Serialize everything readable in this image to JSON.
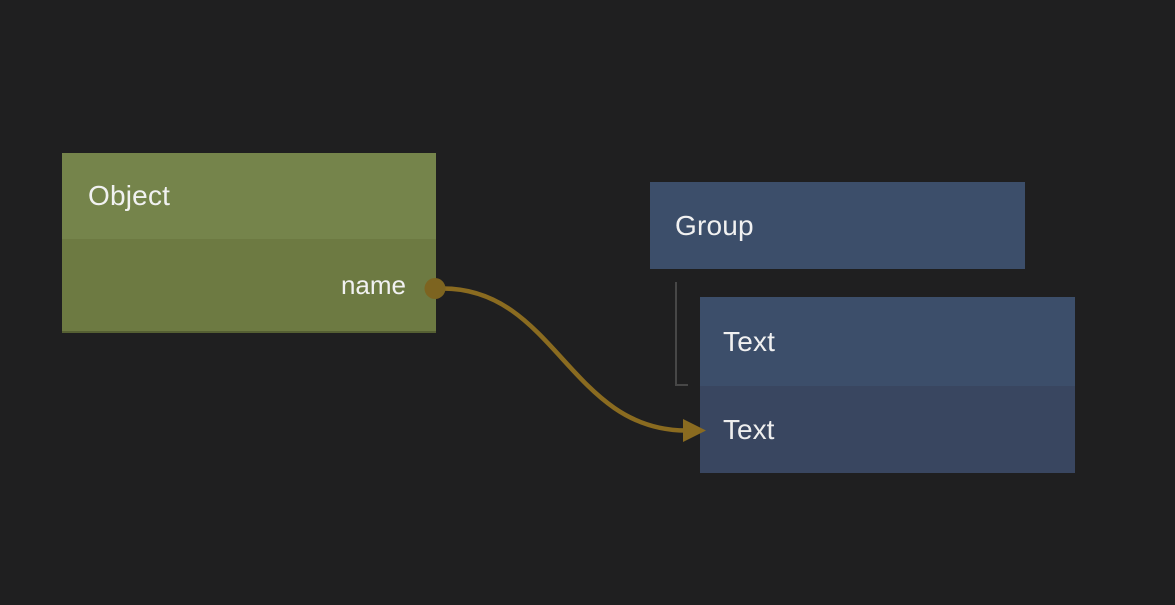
{
  "editor": {
    "background_color": "#1f1f20",
    "text_color": "#f1f1f1"
  },
  "nodes": {
    "object": {
      "title": "Object",
      "header_color": "#75844b",
      "body_color": "#6d7a42",
      "output_port": {
        "label": "name",
        "color": "#7d6420"
      }
    },
    "group": {
      "title": "Group",
      "header_color": "#3c4e6a"
    },
    "text": {
      "title": "Text",
      "header_color": "#3c4e6a",
      "row": {
        "label": "Text",
        "body_color": "#394660"
      }
    }
  },
  "connections": {
    "wire": {
      "from_port": "name",
      "to_node": "Text",
      "color": "#8a6b20"
    },
    "hierarchy_line": {
      "from_node": "Group",
      "to_node": "Text",
      "color": "#474747"
    }
  }
}
